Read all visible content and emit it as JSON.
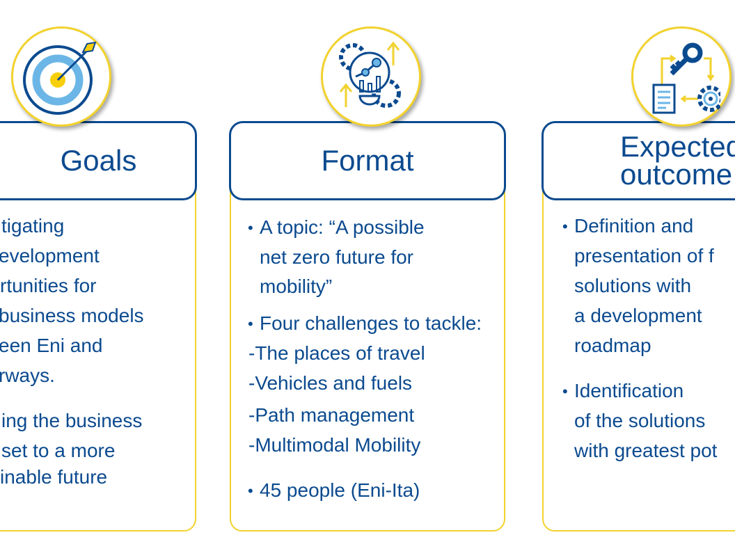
{
  "goals": {
    "title": "Goals",
    "lines": [
      "tigating",
      "evelopment",
      "rtunities for",
      "business models",
      "een Eni and",
      "rways.",
      "ing the business",
      "set to a more",
      "inable future"
    ]
  },
  "format": {
    "title": "Format",
    "bullet": "•",
    "lines": [
      "A topic: “A possible",
      "net zero future for",
      "mobility”",
      "Four challenges to tackle:",
      "-The places of travel",
      "-Vehicles and fuels",
      "-Path management",
      "-Multimodal Mobility",
      "45 people (Eni-Ita)"
    ]
  },
  "outcome": {
    "title_lines": [
      "Expected",
      "outcome"
    ],
    "lines": [
      "Definition and",
      "presentation of f",
      "solutions with",
      "a development",
      "roadmap",
      "Identification",
      "of the solutions",
      "with greatest pot"
    ]
  },
  "icons": {
    "goals": "target-icon",
    "format": "analytics-gears-icon",
    "outcome": "key-process-icon"
  }
}
